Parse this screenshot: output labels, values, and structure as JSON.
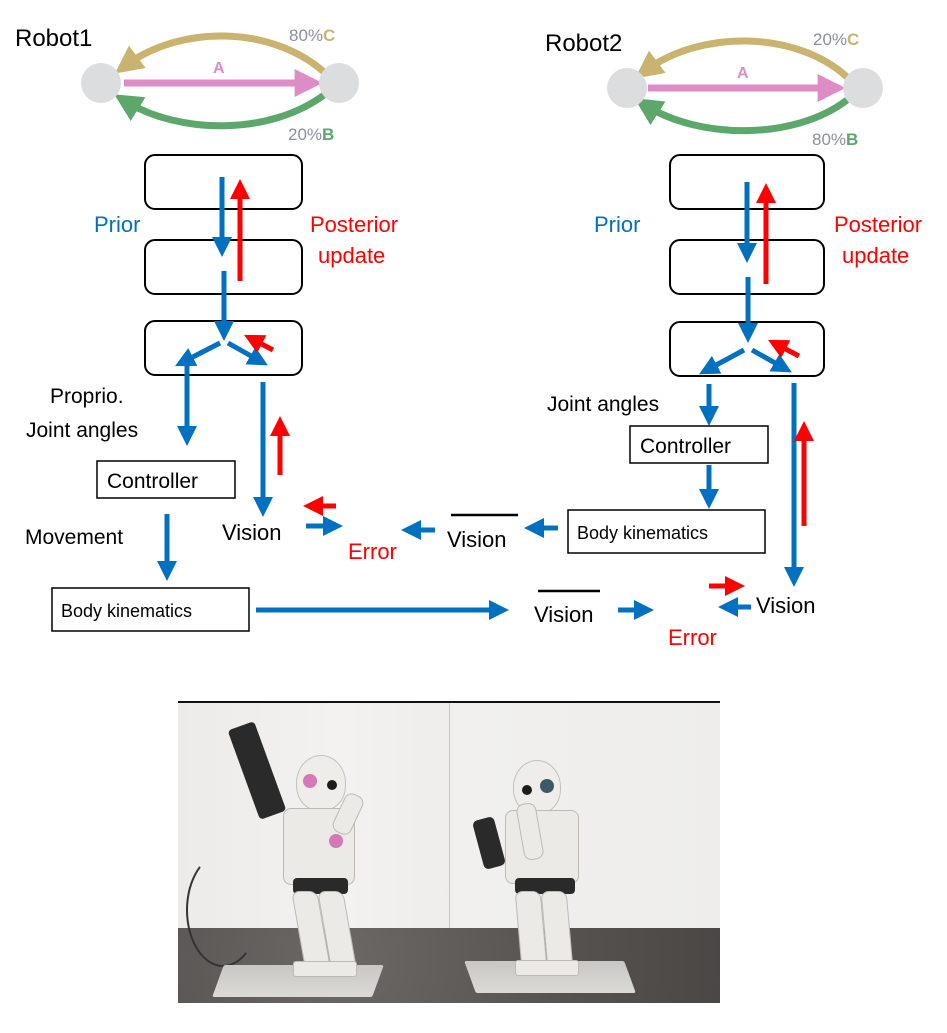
{
  "colors": {
    "blue": "#0070C0",
    "red": "#FF0000",
    "pink": "#DE8CC6",
    "gold": "#C9B36E",
    "green": "#5BA86A",
    "node_gray": "#DCDDDF",
    "percent_gray": "#8A8F9E"
  },
  "robot1": {
    "title": "Robot1",
    "transition": {
      "a_label": "A",
      "c_percent": "80%",
      "c_label": "C",
      "b_percent": "20%",
      "b_label": "B"
    },
    "prior_label": "Prior",
    "posterior_label_line1": "Posterior",
    "posterior_label_line2": "update",
    "proprio_label": "Proprio.",
    "joint_angles_label": "Joint angles",
    "controller_label": "Controller",
    "movement_label": "Movement",
    "body_kinematics_label": "Body kinematics",
    "vision_label": "Vision",
    "error_label": "Error"
  },
  "robot2": {
    "title": "Robot2",
    "transition": {
      "a_label": "A",
      "c_percent": "20%",
      "c_label": "C",
      "b_percent": "80%",
      "b_label": "B"
    },
    "prior_label": "Prior",
    "posterior_label_line1": "Posterior",
    "posterior_label_line2": "update",
    "joint_angles_label": "Joint angles",
    "controller_label": "Controller",
    "body_kinematics_label": "Body kinematics",
    "vision_label": "Vision",
    "error_label": "Error"
  },
  "predicted_vision_upper": "Vision",
  "predicted_vision_lower": "Vision",
  "photo": {
    "description": "Two humanoid robots facing each other on platforms"
  }
}
